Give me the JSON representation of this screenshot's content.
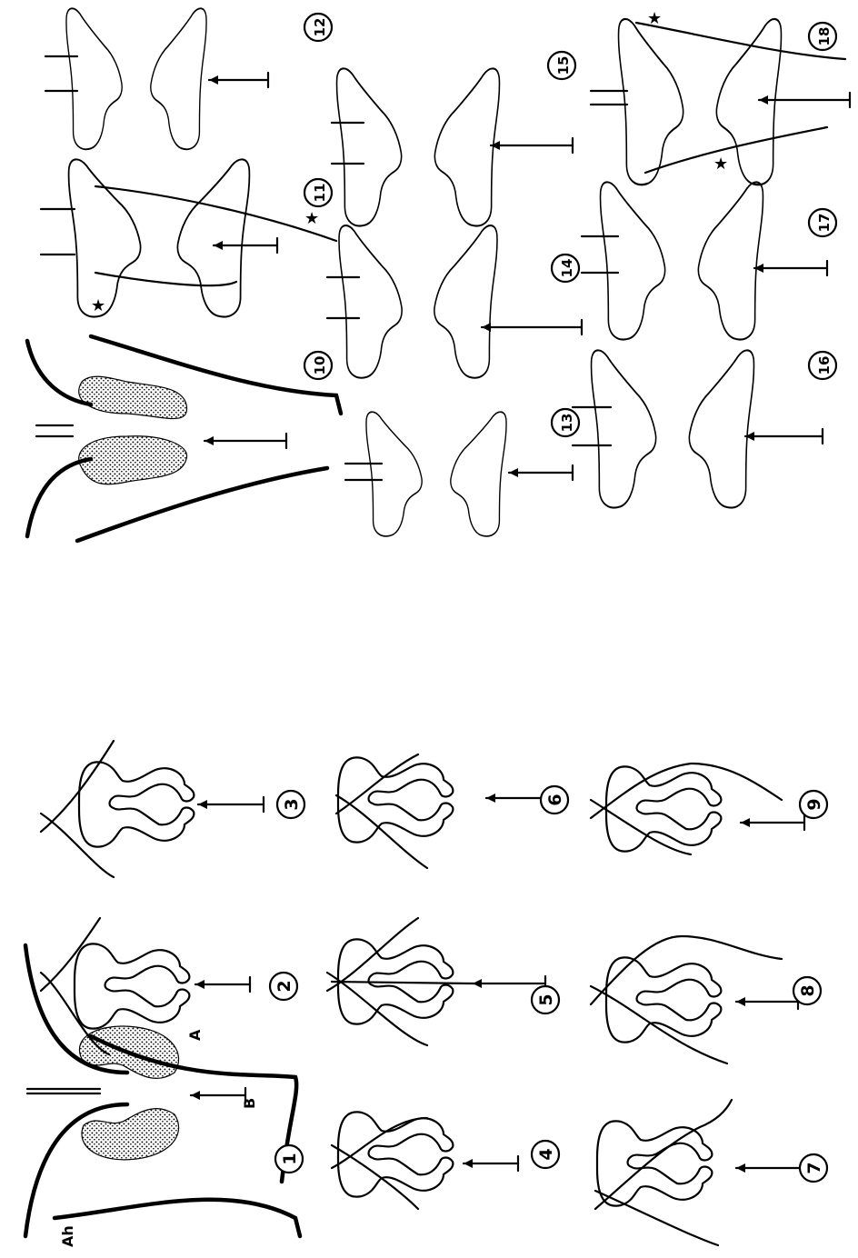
{
  "figure": {
    "panels": [
      {
        "id": "p1",
        "number": "1",
        "labels": [
          "A",
          "B",
          "Ah"
        ]
      },
      {
        "id": "p2",
        "number": "2"
      },
      {
        "id": "p3",
        "number": "3"
      },
      {
        "id": "p4",
        "number": "4"
      },
      {
        "id": "p5",
        "number": "5"
      },
      {
        "id": "p6",
        "number": "6"
      },
      {
        "id": "p7",
        "number": "7"
      },
      {
        "id": "p8",
        "number": "8"
      },
      {
        "id": "p9",
        "number": "9"
      },
      {
        "id": "p10",
        "number": "10"
      },
      {
        "id": "p11",
        "number": "11"
      },
      {
        "id": "p12",
        "number": "12"
      },
      {
        "id": "p13",
        "number": "13"
      },
      {
        "id": "p14",
        "number": "14"
      },
      {
        "id": "p15",
        "number": "15"
      },
      {
        "id": "p16",
        "number": "16"
      },
      {
        "id": "p17",
        "number": "17"
      },
      {
        "id": "p18",
        "number": "18"
      }
    ],
    "markers": {
      "star": "★",
      "label_a": "A",
      "label_b": "B",
      "label_ah": "Ah"
    },
    "orientation": "rotated-90-counterclockwise",
    "colors": {
      "ink": "#000000",
      "paper": "#ffffff",
      "stipple": "#000000"
    }
  }
}
